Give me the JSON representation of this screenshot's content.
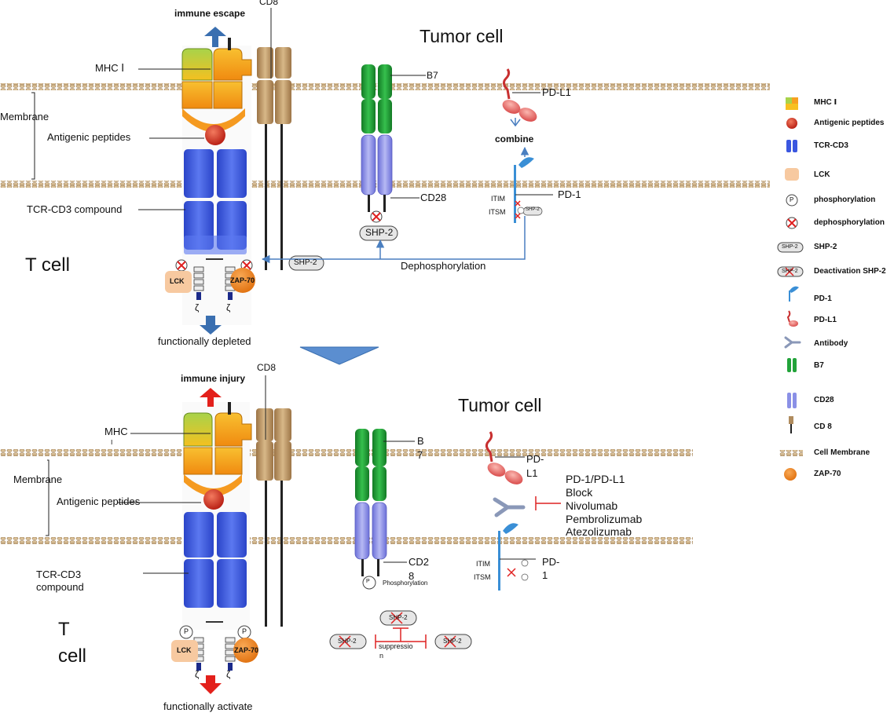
{
  "top": {
    "cd8": "CD8",
    "immune_escape": "immune escape",
    "tumor_cell": "Tumor cell",
    "mhc": "MHC Ⅰ",
    "membrane": "Membrane",
    "antigenic_peptides": "Antigenic peptides",
    "tcr_cd3": "TCR-CD3 compound",
    "t_cell": "T cell",
    "b7": "B7",
    "pd_l1": "PD-L1",
    "combine": "combine",
    "cd28": "CD28",
    "itim": "ITIM",
    "itsm": "ITSM",
    "pd_1": "PD-1",
    "shp2": "SHP-2",
    "shp2_small": "SHP-2",
    "dephosphorylation": "Dephosphorylation",
    "lck": "LCK",
    "zap70": "ZAP-70",
    "zeta_left": "ζ",
    "zeta_right": "ζ",
    "functionally_depleted": "functionally depleted"
  },
  "bottom": {
    "cd8": "CD8",
    "immune_injury": "immune injury",
    "tumor_cell": "Tumor cell",
    "mhc": "MHC",
    "mhc_numeral": "Ⅰ",
    "membrane": "Membrane",
    "antigenic_peptides": "Antigenic peptides",
    "tcr_cd3_line1": "TCR-CD3",
    "tcr_cd3_line2": "compound",
    "t_cell_line1": "T",
    "t_cell_line2": "cell",
    "b7_line1": "B",
    "b7_line2": "7",
    "pd_l1_line1": "PD-",
    "pd_l1_line2": "L1",
    "block_line1": "PD-1/PD-L1",
    "block_line2": "Block",
    "drug1": "Nivolumab",
    "drug2": "Pembrolizumab",
    "drug3": "Atezolizumab",
    "cd28_line1": "CD2",
    "cd28_line2": "8",
    "phosphorylation": "Phosphorylation",
    "itim": "ITIM",
    "itsm": "ITSM",
    "pd_1_line1": "PD-",
    "pd_1_line2": "1",
    "shp2": "SHP-2",
    "suppression_line1": "suppressio",
    "suppression_line2": "n",
    "lck": "LCK",
    "zap70": "ZAP-70",
    "zeta_left": "ζ",
    "zeta_right": "ζ",
    "functionally_activate": "functionally activate",
    "p": "P"
  },
  "legend": {
    "items": [
      {
        "label": "MHC Ⅰ",
        "icon": "mhc-icon"
      },
      {
        "label": "Antigenic peptides",
        "icon": "antigenic-peptide-icon"
      },
      {
        "label": "TCR-CD3",
        "icon": "tcr-cd3-icon"
      },
      {
        "label": "LCK",
        "icon": "lck-icon"
      },
      {
        "label": "phosphorylation",
        "icon": "phosphorylation-icon"
      },
      {
        "label": "dephosphorylation",
        "icon": "dephosphorylation-icon"
      },
      {
        "label": "SHP-2",
        "icon": "shp2-icon"
      },
      {
        "label": "Deactivation SHP-2",
        "icon": "deactivated-shp2-icon"
      },
      {
        "label": "PD-1",
        "icon": "pd1-icon"
      },
      {
        "label": "PD-L1",
        "icon": "pdl1-icon"
      },
      {
        "label": "Antibody",
        "icon": "antibody-icon"
      },
      {
        "label": "B7",
        "icon": "b7-icon"
      },
      {
        "label": "CD28",
        "icon": "cd28-icon"
      },
      {
        "label": "CD 8",
        "icon": "cd8-icon"
      },
      {
        "label": "Cell Membrane",
        "icon": "cell-membrane-icon"
      },
      {
        "label": "ZAP-70",
        "icon": "zap70-icon"
      }
    ],
    "shp2_icon_text": "SHP-2",
    "p_icon_text": "P"
  },
  "colors": {
    "membrane": "#c8a878",
    "tcr": "#3b57e0",
    "mhc_green": "#8cc63f",
    "mhc_orange": "#f7941d",
    "peptide": "#d7281e",
    "cd8": "#b08c5e",
    "b7": "#22a33a",
    "cd28": "#8a90e6",
    "pd1": "#3a8fd6",
    "pdl1": "#e05050",
    "lck": "#f7c9a0",
    "zap70": "#f08a24",
    "arrow_blue": "#3a6fb0",
    "arrow_red": "#e3201b",
    "inhibit_red": "#d22"
  }
}
